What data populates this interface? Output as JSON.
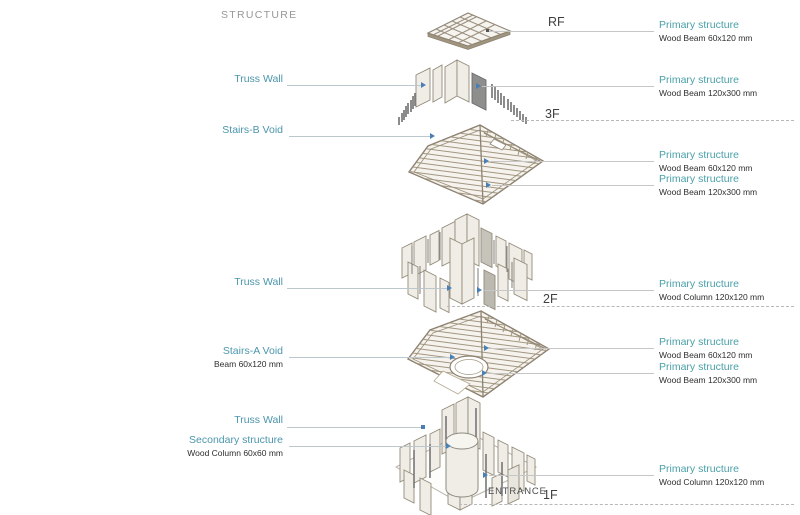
{
  "title": "STRUCTURE",
  "entrance": "ENTRANCE",
  "floors": {
    "rf": "RF",
    "f3": "3F",
    "f2": "2F",
    "f1": "1F"
  },
  "left_annotations": [
    {
      "title": "Truss Wall",
      "subtitle": ""
    },
    {
      "title": "Stairs-B Void",
      "subtitle": ""
    },
    {
      "title": "Truss Wall",
      "subtitle": ""
    },
    {
      "title": "Stairs-A Void",
      "subtitle": "Beam 60x120 mm"
    },
    {
      "title": "Truss Wall",
      "subtitle": ""
    },
    {
      "title": "Secondary structure",
      "subtitle": "Wood Column 60x60 mm"
    }
  ],
  "right_annotations": [
    {
      "title": "Primary structure",
      "subtitle": "Wood Beam 60x120 mm"
    },
    {
      "title": "Primary structure",
      "subtitle": "Wood Beam 120x300 mm"
    },
    {
      "title": "Primary structure",
      "subtitle": "Wood Beam 60x120 mm"
    },
    {
      "title": "Primary structure",
      "subtitle": "Wood Beam 120x300 mm"
    },
    {
      "title": "Primary structure",
      "subtitle": "Wood Column 120x120 mm"
    },
    {
      "title": "Primary structure",
      "subtitle": "Wood Beam 60x120 mm"
    },
    {
      "title": "Primary structure",
      "subtitle": "Wood Beam 120x300 mm"
    },
    {
      "title": "Primary structure",
      "subtitle": "Wood Column 120x120 mm"
    }
  ],
  "colors": {
    "left_label_teal": "#4b96ad",
    "right_label_teal": "#49a0a8",
    "arrow_blue": "#4a7fb5",
    "wood_beam": "#9b9080",
    "panel_fill": "#f0ede7",
    "leader_gray": "#c6c6c6"
  }
}
